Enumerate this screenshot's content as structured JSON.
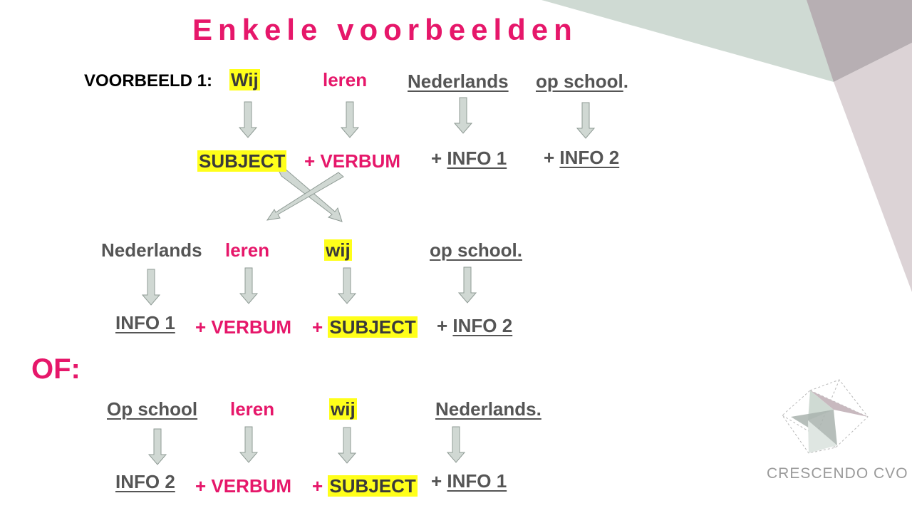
{
  "title": "Enkele voorbeelden",
  "example_label": "VOORBEELD 1:",
  "sentence1": {
    "words": [
      "Wij",
      "leren",
      "Nederlands",
      "op school",
      "."
    ],
    "roles": [
      "SUBJECT",
      "+ VERBUM",
      "+ ",
      "INFO 1",
      "+ ",
      "INFO 2"
    ]
  },
  "sentence2": {
    "words": [
      "Nederlands",
      "leren",
      "wij",
      "op school."
    ],
    "roles": [
      "INFO 1",
      "+ VERBUM",
      "+ ",
      "SUBJECT",
      "+ ",
      "INFO 2"
    ]
  },
  "or_label": "OF:",
  "sentence3": {
    "words": [
      "Op school",
      "leren",
      "wij",
      "Nederlands."
    ],
    "roles": [
      "INFO 2",
      "+ VERBUM",
      "+ ",
      "SUBJECT",
      "+ ",
      "INFO 1"
    ]
  },
  "logo": {
    "text": "CRESCENDO CVO"
  },
  "colors": {
    "accent": "#e6176a",
    "highlight": "#ffff1a",
    "arrow": "#cfd8d3"
  }
}
